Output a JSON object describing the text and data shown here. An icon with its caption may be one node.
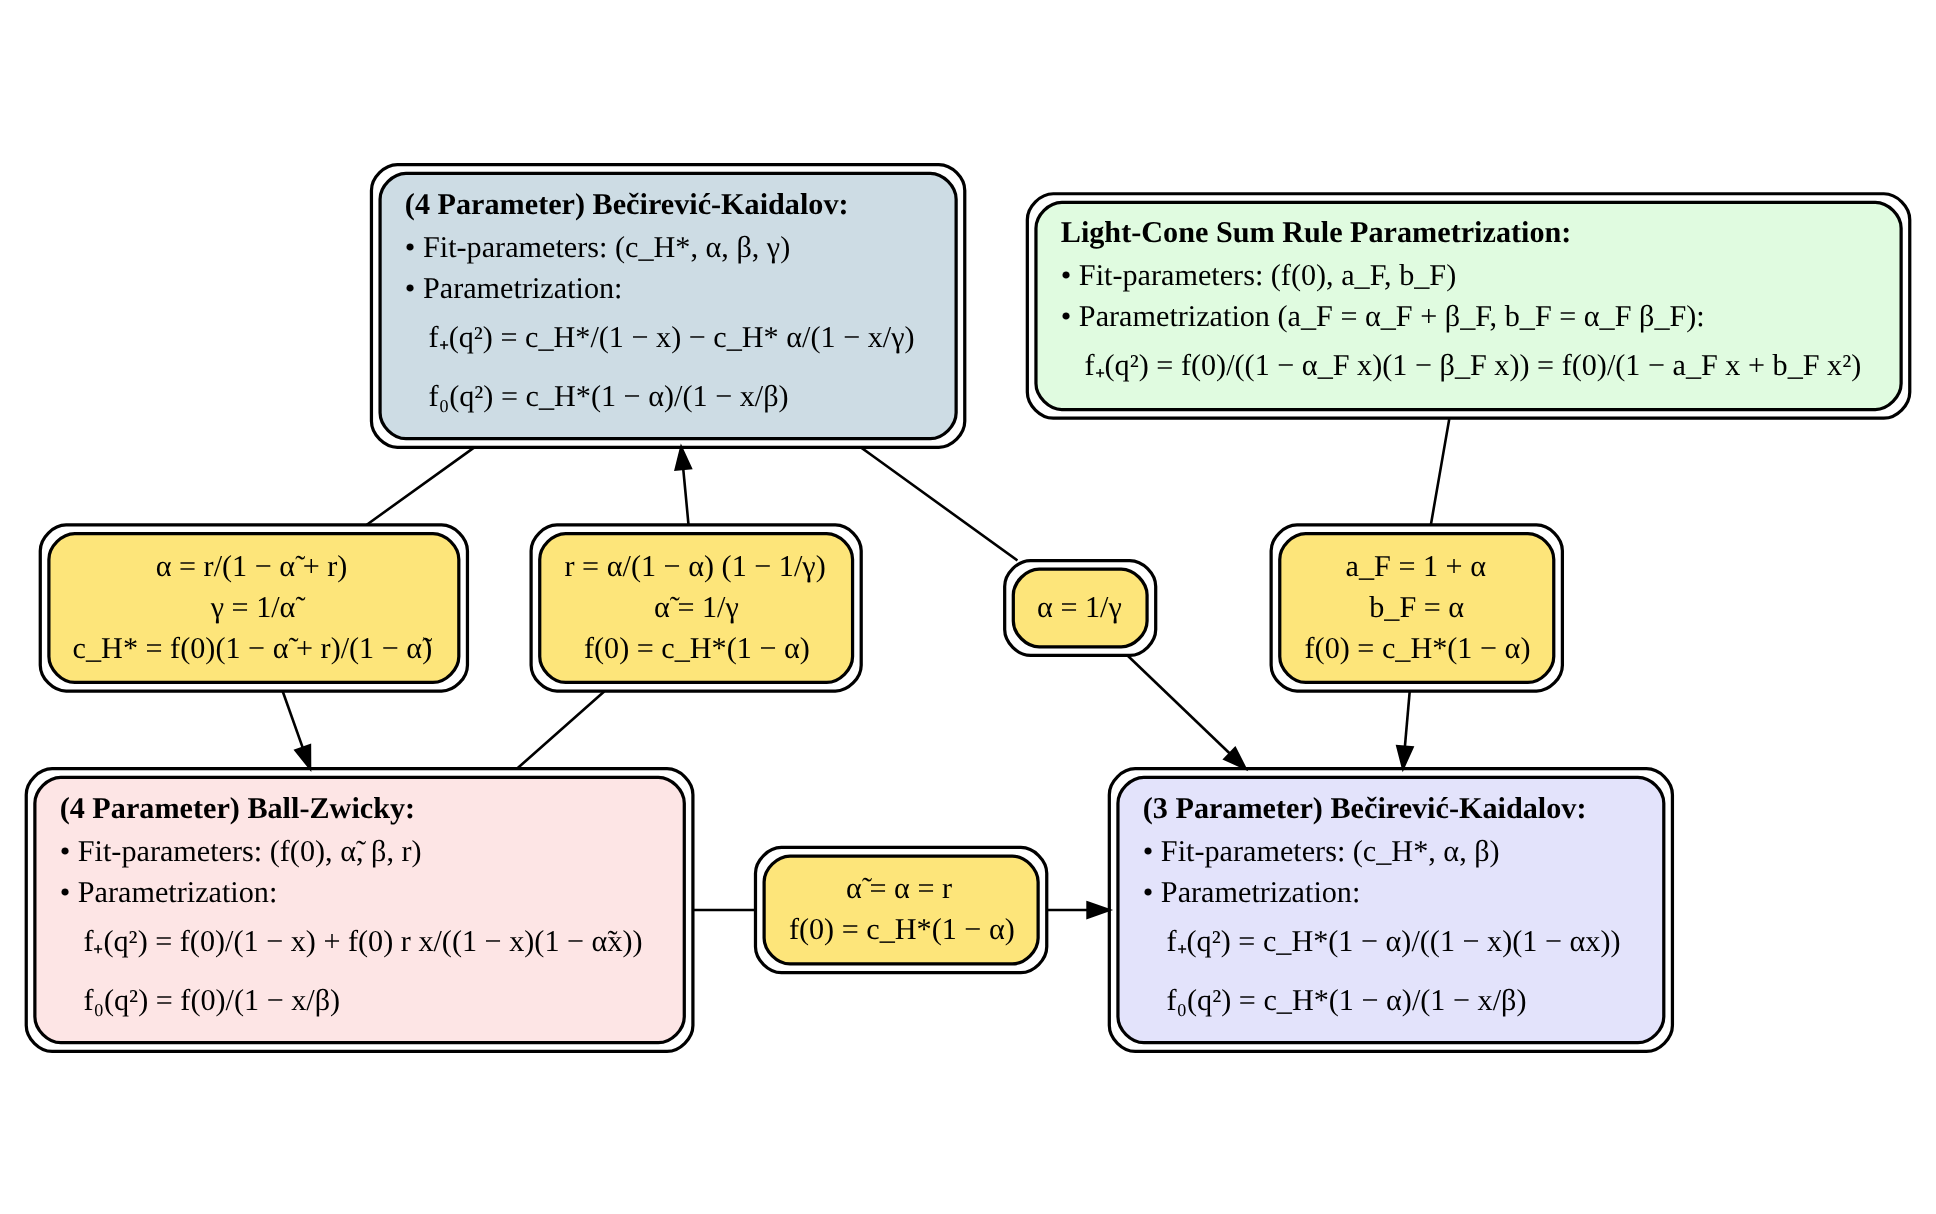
{
  "diagram": {
    "nodes": [
      {
        "text": [
          "(4 Parameter) Bečirević-Kaidalov:",
          "• Fit-parameters: (c_H*, α, β, γ)",
          "• Parametrization:",
          "f₊(q²) = c_H*/(1 − x) − c_H* α/(1 − x/γ)",
          "f₀(q²) = c_H*(1 − α)/(1 − x/β)"
        ]
      },
      {
        "text": [
          "Light-Cone Sum Rule Parametrization:",
          "• Fit-parameters: (f(0), a_F, b_F)",
          "• Parametrization (a_F = α_F + β_F, b_F = α_F β_F):",
          "f₊(q²) = f(0)/((1 − α_F x)(1 − β_F x)) = f(0)/(1 − a_F x + b_F x²)"
        ]
      },
      {
        "text": [
          "α = r/(1 − α̃ + r)",
          "γ = 1/α̃",
          "c_H* = f(0)(1 − α̃ + r)/(1 − α̃)"
        ]
      },
      {
        "text": [
          "r = α/(1 − α) (1 − 1/γ)",
          "α̃ = 1/γ",
          "f(0) = c_H*(1 − α)"
        ]
      },
      {
        "text": [
          "α = 1/γ"
        ]
      },
      {
        "text": [
          "a_F = 1 + α",
          "b_F = α",
          "f(0) = c_H*(1 − α)"
        ]
      },
      {
        "text": [
          "(4 Parameter) Ball-Zwicky:",
          "• Fit-parameters: (f(0), α̃, β, r)",
          "• Parametrization:",
          "f₊(q²) = f(0)/(1 − x) + f(0) r x/((1 − x)(1 − α̃x))",
          "f₀(q²) = f(0)/(1 − x/β)"
        ]
      },
      {
        "text": [
          "α̃ = α = r",
          "f(0) = c_H*(1 − α)"
        ]
      },
      {
        "text": [
          "(3 Parameter) Bečirević-Kaidalov:",
          "• Fit-parameters: (c_H*, α, β)",
          "• Parametrization:",
          "f₊(q²) = c_H*(1 − α)/((1 − x)(1 − αx))",
          "f₀(q²) = c_H*(1 − α)/(1 − x/β)"
        ]
      }
    ],
    "edges": [
      {
        "from": 0,
        "to": 2,
        "arrow": "none"
      },
      {
        "from": 2,
        "to": 6,
        "arrow": "to"
      },
      {
        "from": 6,
        "to": 3,
        "arrow": "none"
      },
      {
        "from": 3,
        "to": 0,
        "arrow": "to"
      },
      {
        "from": 0,
        "to": 4,
        "arrow": "none"
      },
      {
        "from": 4,
        "to": 8,
        "arrow": "to"
      },
      {
        "from": 1,
        "to": 5,
        "arrow": "none"
      },
      {
        "from": 5,
        "to": 8,
        "arrow": "to"
      },
      {
        "from": 6,
        "to": 7,
        "arrow": "none"
      },
      {
        "from": 7,
        "to": 8,
        "arrow": "to"
      }
    ]
  }
}
